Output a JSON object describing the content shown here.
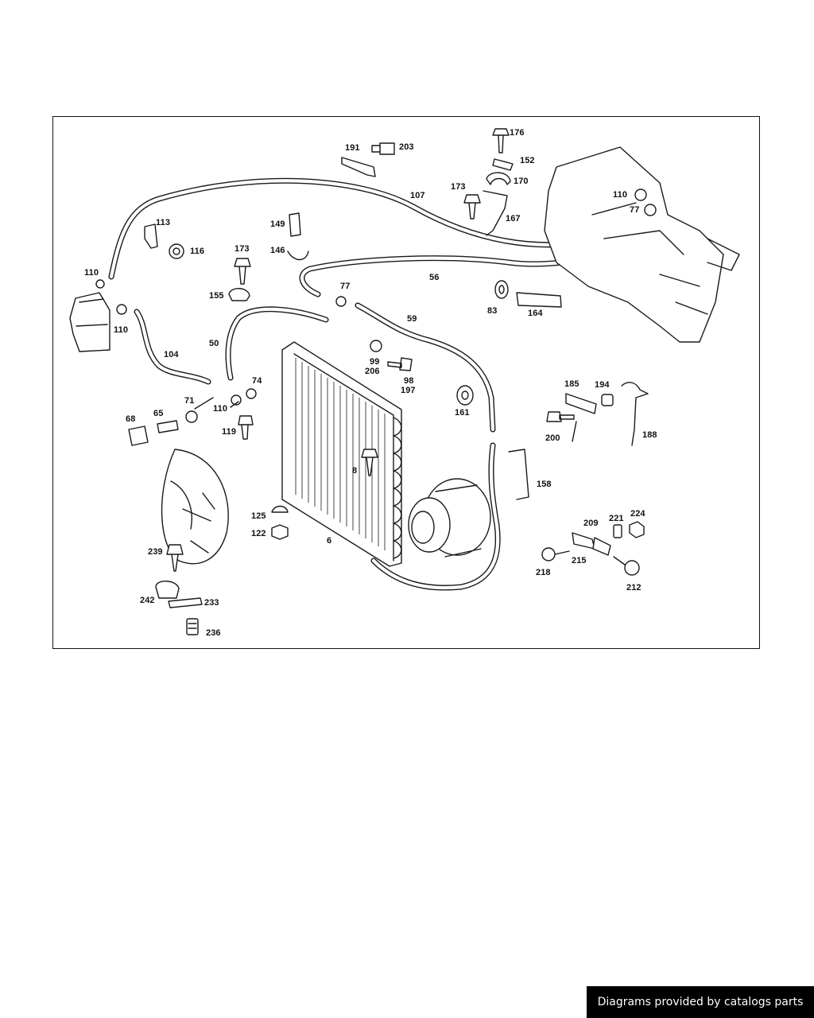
{
  "footer": {
    "text": "Diagrams provided by catalogs parts"
  },
  "labels": {
    "l176": "176",
    "l191": "191",
    "l203": "203",
    "l152": "152",
    "l170": "170",
    "l173a": "173",
    "l107": "107",
    "l167": "167",
    "l110a": "110",
    "l77a": "77",
    "l113": "113",
    "l149": "149",
    "l116": "116",
    "l146": "146",
    "l173b": "173",
    "l110b": "110",
    "l155": "155",
    "l77b": "77",
    "l56": "56",
    "l83": "83",
    "l164": "164",
    "l110c": "110",
    "l104": "104",
    "l50": "50",
    "l59": "59",
    "l99": "99",
    "l206": "206",
    "l74": "74",
    "l98": "98",
    "l197": "197",
    "l71": "71",
    "l110d": "110",
    "l185": "185",
    "l194": "194",
    "l161": "161",
    "l68": "68",
    "l65": "65",
    "l119": "119",
    "l200": "200",
    "l188": "188",
    "l8": "8",
    "l158": "158",
    "l125": "125",
    "l209": "209",
    "l221": "221",
    "l224": "224",
    "l122": "122",
    "l6": "6",
    "l239": "239",
    "l218": "218",
    "l215": "215",
    "l212": "212",
    "l242": "242",
    "l233": "233",
    "l236": "236"
  }
}
